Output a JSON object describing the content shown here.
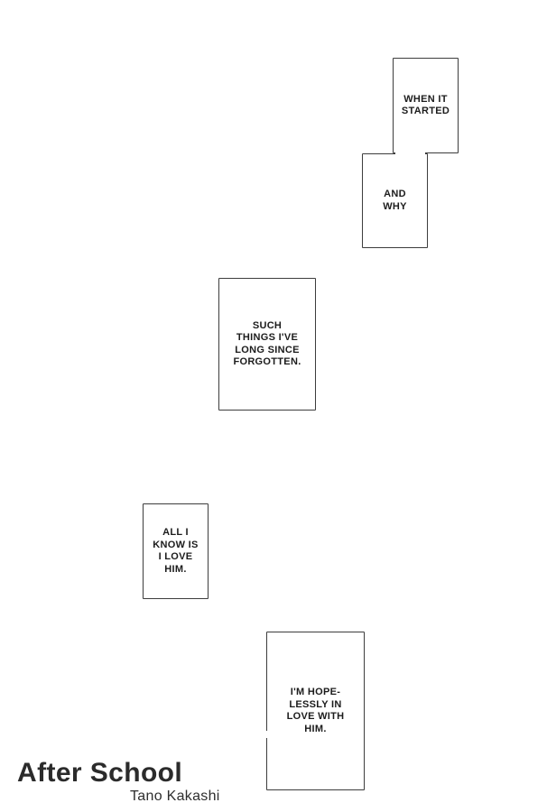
{
  "panels": [
    {
      "name": "when-it-started",
      "lines": [
        "WHEN IT",
        "STARTED"
      ]
    },
    {
      "name": "and-why",
      "lines": [
        "AND",
        "WHY"
      ]
    },
    {
      "name": "such-things",
      "lines": [
        "SUCH",
        "THINGS I'VE",
        "LONG SINCE",
        "FORGOTTEN."
      ]
    },
    {
      "name": "all-i-know",
      "lines": [
        "ALL I",
        "KNOW IS",
        "I LOVE",
        "HIM."
      ]
    },
    {
      "name": "hopelessly-in-love",
      "lines": [
        "I'M HOPE-",
        "LESSLY IN",
        "LOVE WITH",
        "HIM."
      ]
    }
  ],
  "footer": {
    "title": "After School",
    "author": "Tano Kakashi"
  },
  "colors": {
    "paper": "#ffffff",
    "panel_ink": "#3d3d3d",
    "text_ink": "#1c1c1c"
  }
}
